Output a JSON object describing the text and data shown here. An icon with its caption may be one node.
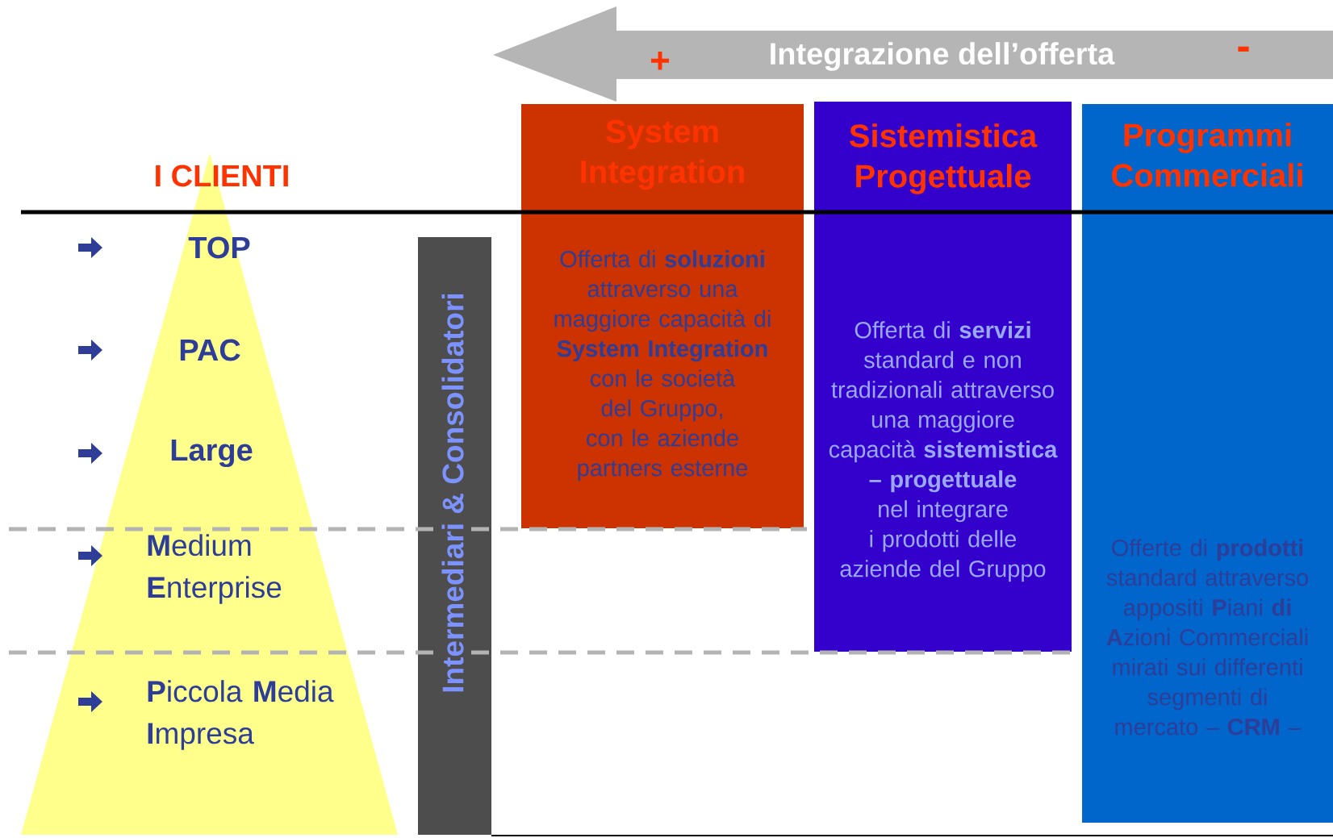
{
  "diagram": {
    "nodes": [
      {
        "text": [
          "+",
          "Integrazione dell’offerta",
          "-"
        ]
      },
      {
        "text": [
          "I CLIENTI",
          "TOP",
          "PAC",
          "Large",
          "**M**edium **E**nterprise",
          "**P**iccola **M**edia **I**mpresa"
        ]
      },
      {
        "text": [
          "Intermediari & Consolidatori"
        ]
      },
      {
        "text": [
          "System Integration",
          "Offerta di **soluzioni** attraverso una maggiore capacità di **System Integration** con le società del Gruppo, con le aziende partners esterne"
        ]
      },
      {
        "text": [
          "Sistemistica Progettuale",
          "Offerta di **servizi** standard e non tradizionali attraverso una maggiore capacità **sistemistica – progettuale** nel integrare i prodotti delle aziende del Gruppo"
        ]
      },
      {
        "text": [
          "Programmi Commerciali",
          "Offerte di **prodotti** standard attraverso appositi **P**iani **di A**zioni Commerciali mirati sui differenti segmenti di mercato – **CRM** –"
        ]
      }
    ]
  }
}
